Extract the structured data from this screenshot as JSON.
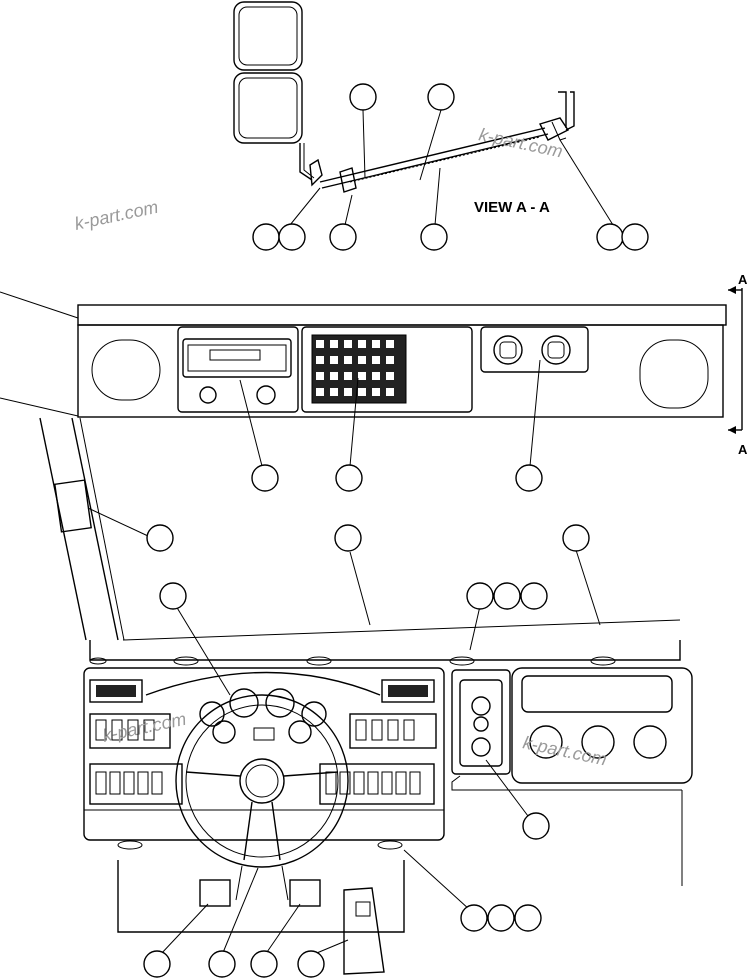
{
  "view_label": "VIEW A - A",
  "section_marker_top": "A",
  "section_marker_bottom": "A",
  "watermark": "k-part.com",
  "colors": {
    "line": "#000000",
    "watermark": "#9a9a9a",
    "background": "#ffffff"
  }
}
